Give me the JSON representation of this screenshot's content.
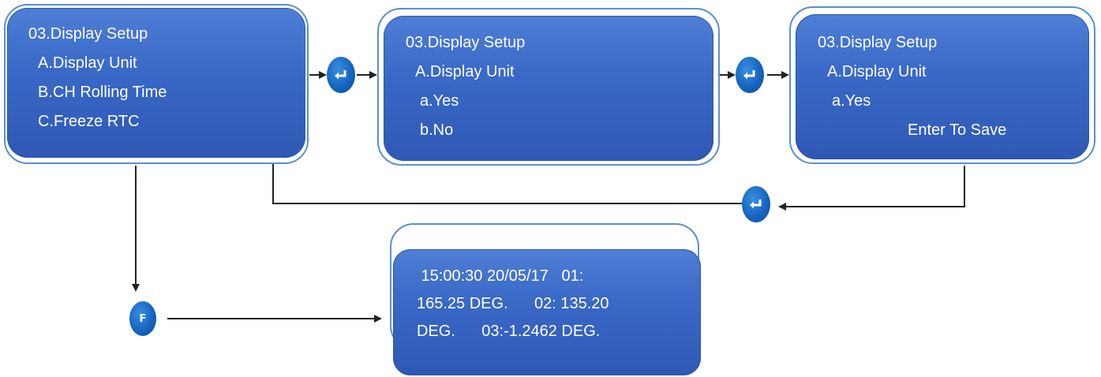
{
  "screens": {
    "menu": {
      "title": "03.Display Setup",
      "items": [
        "A.Display Unit",
        "B.CH Rolling Time",
        "C.Freeze RTC"
      ]
    },
    "options": {
      "title": "03.Display Setup",
      "item": "A.Display Unit",
      "choices": [
        "a.Yes",
        "b.No"
      ]
    },
    "confirm": {
      "title": "03.Display Setup",
      "item": "A.Display Unit",
      "selected": "a.Yes",
      "prompt": "Enter To Save"
    },
    "readout": {
      "lines": [
        " 15:00:30 20/05/17   01:",
        "165.25 DEG.      02: 135.20",
        "DEG.      03:-1.2462 DEG."
      ]
    }
  },
  "buttons": {
    "enter_icon": "enter-icon",
    "f_label": "F"
  },
  "colors": {
    "screen_fill": "#3a69c8",
    "screen_border": "#5b8fd0",
    "button_fill": "#1565c0",
    "connector": "#222222"
  }
}
